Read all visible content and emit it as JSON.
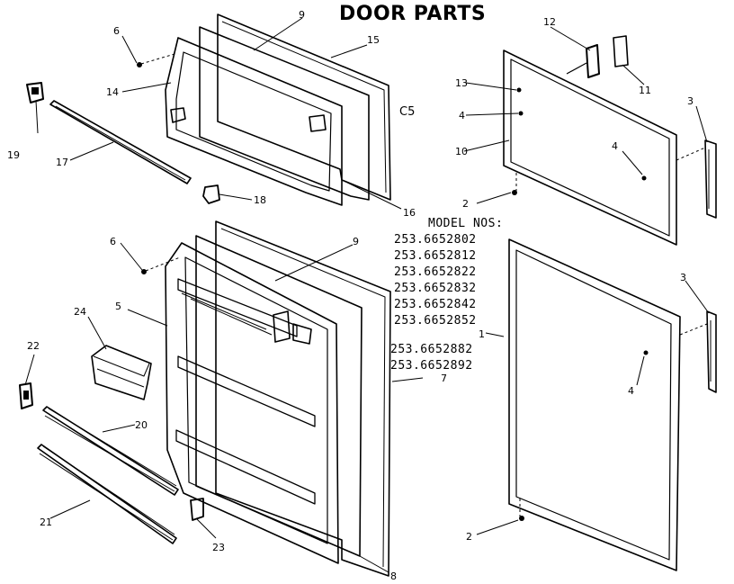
{
  "title": "DOOR PARTS",
  "section_code": "C5",
  "model_nos": {
    "heading": "MODEL NOS:",
    "group_a": [
      "253.6652802",
      "253.6652812",
      "253.6652822",
      "253.6652832",
      "253.6652842",
      "253.6652852"
    ],
    "group_a_ref": "1",
    "group_b": [
      "253.6652882",
      "253.6652892"
    ],
    "group_b_ref": "7"
  },
  "callouts": {
    "p2_upper": "2",
    "p2_lower": "2",
    "p3_upper": "3",
    "p3_lower": "3",
    "p4_a": "4",
    "p4_b": "4",
    "p4_c": "4",
    "p5": "5",
    "p6_upper": "6",
    "p6_lower": "6",
    "p8": "8",
    "p9_upper": "9",
    "p9_lower": "9",
    "p10": "10",
    "p11": "11",
    "p12": "12",
    "p13": "13",
    "p14": "14",
    "p15": "15",
    "p16": "16",
    "p17": "17",
    "p18": "18",
    "p19_left": "19",
    "p20": "20",
    "p21": "21",
    "p22": "22",
    "p23": "23",
    "p24": "24"
  }
}
